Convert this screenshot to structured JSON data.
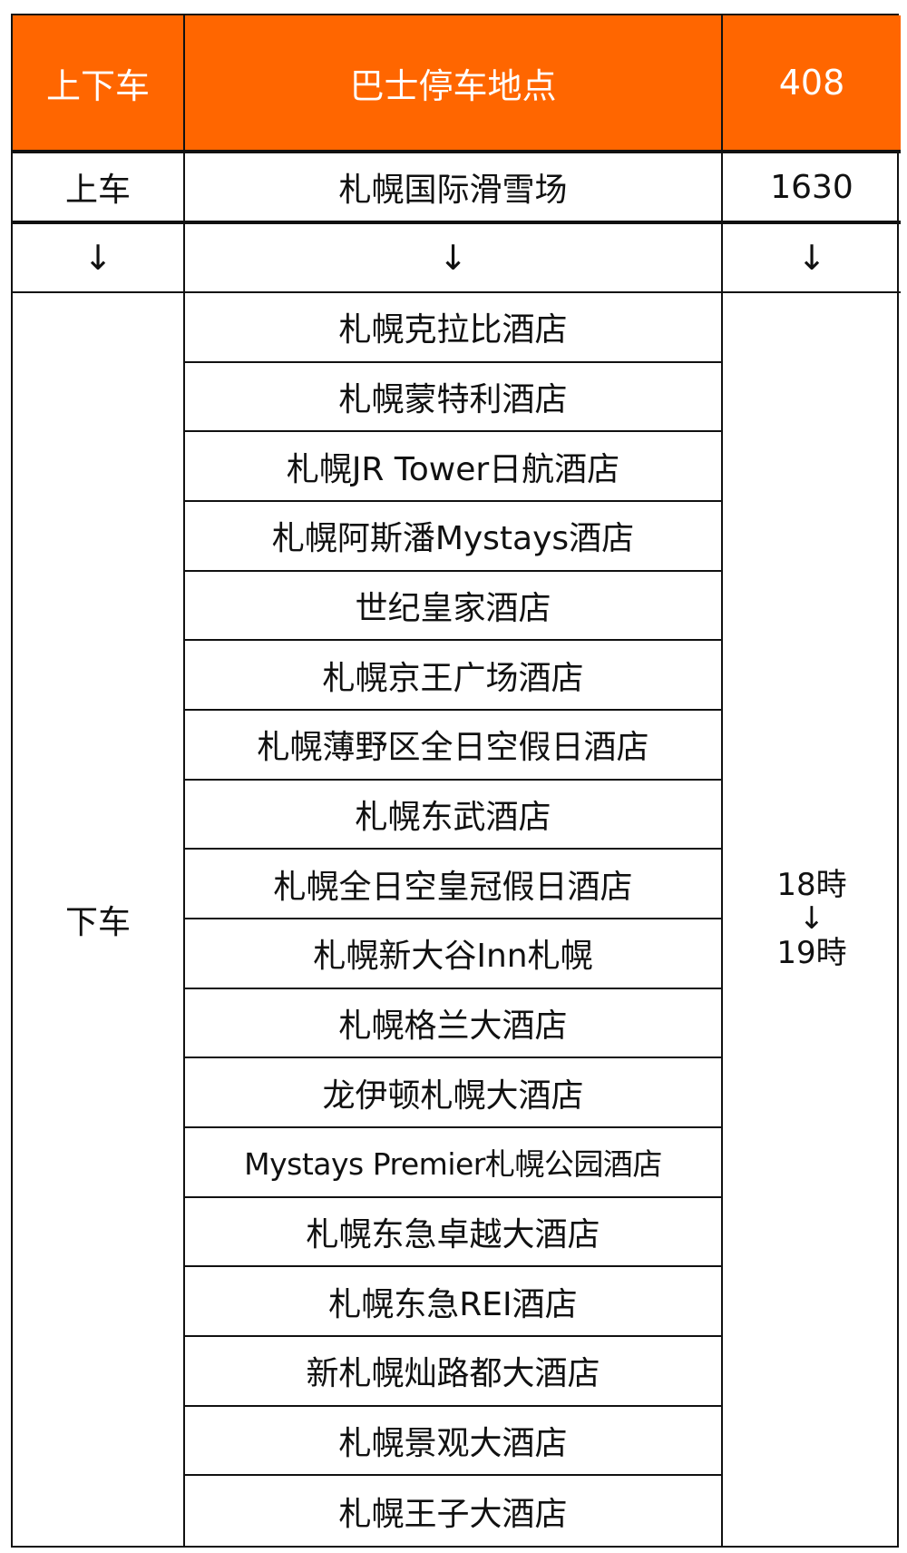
{
  "table": {
    "header": {
      "col1": "上下车",
      "col2": "巴士停车地点",
      "col3": "408"
    },
    "boarding": {
      "type": "上车",
      "location": "札幌国际滑雪场",
      "time": "1630"
    },
    "arrows": {
      "col1": "↓",
      "col2": "↓",
      "col3": "↓"
    },
    "alighting": {
      "type": "下车",
      "time_start": "18時",
      "time_arrow": "↓",
      "time_end": "19時",
      "stops": [
        "札幌克拉比酒店",
        "札幌蒙特利酒店",
        "札幌JR Tower日航酒店",
        "札幌阿斯潘Mystays酒店",
        "世纪皇家酒店",
        "札幌京王广场酒店",
        "札幌薄野区全日空假日酒店",
        "札幌东武酒店",
        "札幌全日空皇冠假日酒店",
        "札幌新大谷Inn札幌",
        "札幌格兰大酒店",
        "龙伊顿札幌大酒店",
        "Mystays Premier札幌公园酒店",
        "札幌东急卓越大酒店",
        "札幌东急REI酒店",
        "新札幌灿路都大酒店",
        "札幌景观大酒店",
        "札幌王子大酒店"
      ]
    }
  },
  "colors": {
    "header_bg": "#ff6600",
    "header_text": "#ffffff",
    "border": "#111111"
  }
}
